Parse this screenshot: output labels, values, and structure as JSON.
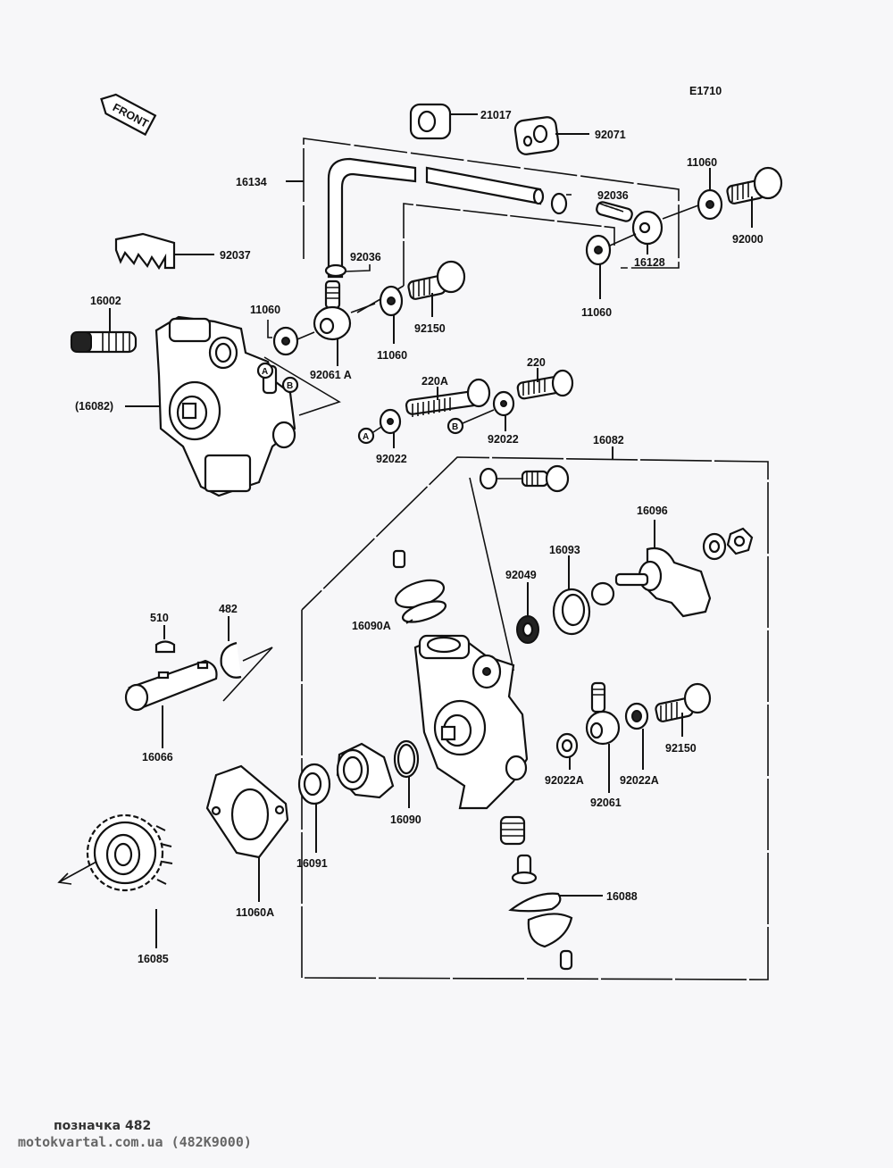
{
  "diagram": {
    "code": "E1710",
    "front_badge": "FRONT",
    "reference_markers": {
      "a": "A",
      "b": "B"
    },
    "parts": {
      "p21017": "21017",
      "p92071": "92071",
      "p16134": "16134",
      "p11060_tr": "11060",
      "p92036_tr": "92036",
      "p92000": "92000",
      "p16128": "16128",
      "p11060_mr": "11060",
      "p92037": "92037",
      "p92036_ml": "92036",
      "p16002": "16002",
      "p11060_l": "11060",
      "p92150_top": "92150",
      "p92061A": "92061 A",
      "p11060_m": "11060",
      "p16082_paren": "(16082)",
      "p220A": "220A",
      "p220": "220",
      "p92022_a": "92022",
      "p92022_b": "92022",
      "p16082": "16082",
      "p16096": "16096",
      "p16093": "16093",
      "p92049": "92049",
      "p16090A": "16090A",
      "p510": "510",
      "p482": "482",
      "p16066": "16066",
      "p92022A_l": "92022A",
      "p92061": "92061",
      "p92022A_r": "92022A",
      "p92150_bot": "92150",
      "p16091": "16091",
      "p16090": "16090",
      "p11060A": "11060A",
      "p16085": "16085",
      "p16088": "16088"
    }
  },
  "footer": {
    "caption": "позначка 482",
    "site": "motokvartal.com.ua (482K9000)"
  }
}
